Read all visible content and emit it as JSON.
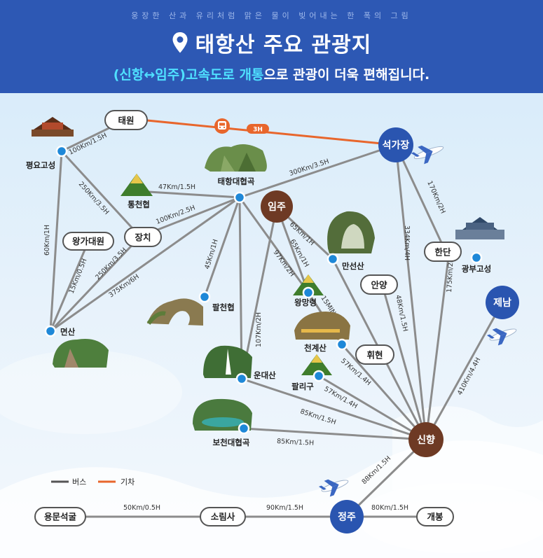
{
  "header": {
    "subtitle": "웅장한 산과 유리처럼 맑은 물이 빚어내는 한 폭의 그림",
    "title": "태항산 주요 관광지",
    "tagline_accent": "(신항↔임주)고속도로 개통",
    "tagline_rest": "으로 관광이 더욱 편해집니다."
  },
  "colors": {
    "header_bg": "#2d58b4",
    "blue_hub": "#2a55b0",
    "brown_hub": "#6e3a24",
    "bus_line": "#8c8c8c",
    "train_line": "#e8662c"
  },
  "hubs": {
    "shijiazhuang": "석가장",
    "linzhou": "임주",
    "jinan": "제남",
    "xinxiang": "신향",
    "zhengzhou": "정주"
  },
  "boxes": {
    "taiyuan": "태원",
    "changzhi": "장치",
    "wangjiadayuan": "왕가대원",
    "handan": "한단",
    "anyang": "안양",
    "huixian": "휘현",
    "yongmen": "용문석굴",
    "shaolin": "소림사",
    "kaifeng": "개봉"
  },
  "places": {
    "pingyao": "평요고성",
    "taihang_canyon": "태항대협곡",
    "tongtian": "통천협",
    "mianshan": "면산",
    "bachun": "팔천협",
    "wangmang": "왕망령",
    "wanxian": "만선산",
    "guangfu": "광부고성",
    "tianjie": "천계산",
    "yuntai": "운대산",
    "baliguo": "팔리구",
    "baoquan": "보천대협곡"
  },
  "edges": {
    "taiyuan_pingyao": "100Km/1.5H",
    "pingyao_changzhi": "250Km/3.5H",
    "pingyao_mianshan": "60Km/1H",
    "wangjia_mianshan": "15Km/0.5H",
    "changzhi_mianshan": "250Km/3.5H",
    "mianshan_linzhou": "375Km/6H",
    "tongtian_canyon": "47Km/1.5H",
    "changzhi_linzhou": "100Km/2.5H",
    "sjz_canyon": "300Km/3.5H",
    "sjz_handan": "170Km/2H",
    "sjz_xinxiang": "334Km/4H",
    "linzhou_bachun": "45Km/1H",
    "linzhou_wanxian": "65Km/1H",
    "linzhou_wangmang": "65Km/1H",
    "linzhou_wangmang2": "97Km/2H",
    "linzhou_yuntai": "107Km/2H",
    "wangmang_tianjie": "15MIN",
    "anyang_xinxiang": "48Km/1.5H",
    "handan_xinxiang": "175Km/2H",
    "tianjie_xinxiang": "57Km/1.4H",
    "baliguo_xinxiang": "57Km/1.4H",
    "yuntai_xinxiang": "85Km/1.5H",
    "baoquan_xinxiang": "85Km/1.5H",
    "jinan_xinxiang": "410Km/4.4H",
    "xinxiang_zhengzhou": "88Km/1.5H",
    "yongmen_shaolin": "50Km/0.5H",
    "shaolin_zhengzhou": "90Km/1.5H",
    "zhengzhou_kaifeng": "80Km/1.5H"
  },
  "train": {
    "badge": "3H"
  },
  "legend": {
    "bus": "버스",
    "train": "기차"
  }
}
